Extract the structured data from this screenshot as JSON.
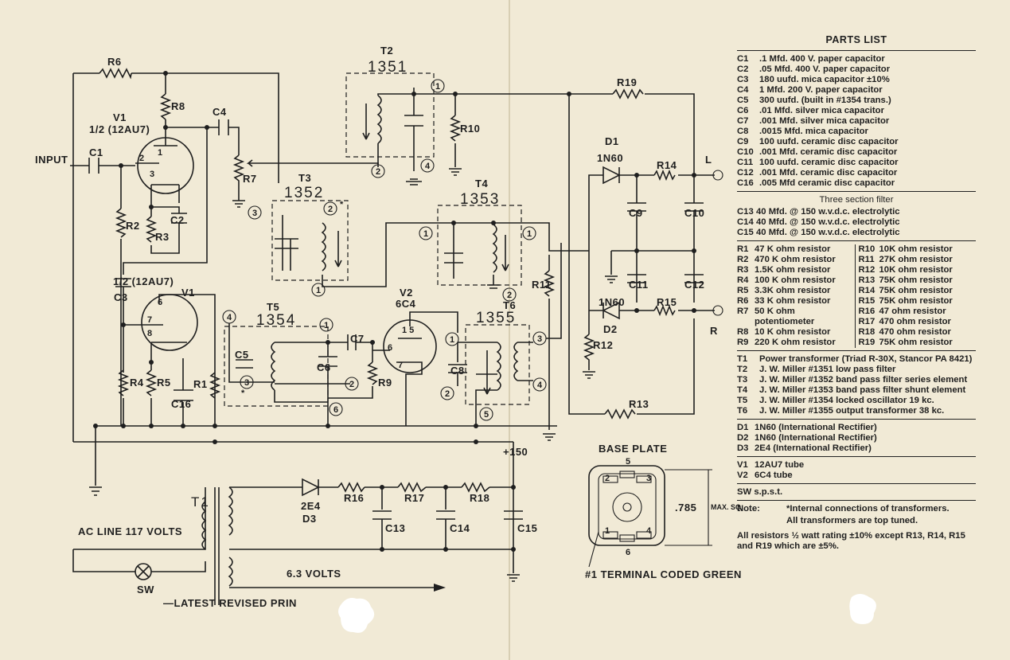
{
  "schematic": {
    "input_label": "INPUT",
    "plus150": "+150",
    "ac_line": "AC LINE 117 VOLTS",
    "sw": "SW",
    "six_volts": "6.3 VOLTS",
    "latest": "—LATEST  REVISED  PRIN",
    "output_L": "L",
    "output_R": "R",
    "refs": {
      "r1": "R1",
      "r2": "R2",
      "r3": "R3",
      "r4": "R4",
      "r5": "R5",
      "r6": "R6",
      "r7": "R7",
      "r8": "R8",
      "r9": "R9",
      "r10": "R10",
      "r11": "R11",
      "r12": "R12",
      "r13": "R13",
      "r14": "R14",
      "r15": "R15",
      "r16": "R16",
      "r17": "R17",
      "r18": "R18",
      "r19": "R19",
      "c1": "C1",
      "c2": "C2",
      "c3": "C3",
      "c4": "C4",
      "c5": "C5",
      "c6": "C6",
      "c7": "C7",
      "c8": "C8",
      "c9": "C9",
      "c10": "C10",
      "c11": "C11",
      "c12": "C12",
      "c13": "C13",
      "c14": "C14",
      "c15": "C15",
      "c16": "C16",
      "v1a": "V1",
      "v1a_sub": "1/2 (12AU7)",
      "v1b": "V1",
      "v1b_sub": "1/2 (12AU7)",
      "v2": "V2",
      "v2_sub": "6C4",
      "d1": "D1",
      "d1_type": "1N60",
      "d2": "D2",
      "d2_type": "1N60",
      "d3": "D3",
      "d3_type": "2E4",
      "t1": "T1",
      "t2": "T2",
      "t2_num": "1351",
      "t3": "T3",
      "t3_num": "1352",
      "t4": "T4",
      "t4_num": "1353",
      "t5": "T5",
      "t5_num": "1354",
      "t6": "T6",
      "t6_num": "1355"
    },
    "base_plate": {
      "title": "BASE PLATE",
      "dim": ".785",
      "dim_unit": "MAX. SQ.",
      "note": "#1 TERMINAL CODED GREEN"
    }
  },
  "parts_list": {
    "title": "PARTS LIST",
    "capacitors": [
      {
        "ref": "C1",
        "desc": ".1 Mfd. 400 V. paper capacitor"
      },
      {
        "ref": "C2",
        "desc": ".05 Mfd. 400 V. paper capacitor"
      },
      {
        "ref": "C3",
        "desc": "180 uufd. mica capacitor ±10%"
      },
      {
        "ref": "C4",
        "desc": "1 Mfd. 200 V. paper capacitor"
      },
      {
        "ref": "C5",
        "desc": "300 uufd. (built in #1354 trans.)"
      },
      {
        "ref": "C6",
        "desc": ".01 Mfd. silver mica capacitor"
      },
      {
        "ref": "C7",
        "desc": ".001 Mfd. silver mica capacitor"
      },
      {
        "ref": "C8",
        "desc": ".0015 Mfd. mica capacitor"
      },
      {
        "ref": "C9",
        "desc": "100 uufd. ceramic disc capacitor"
      },
      {
        "ref": "C10",
        "desc": ".001 Mfd. ceramic disc capacitor"
      },
      {
        "ref": "C11",
        "desc": "100 uufd. ceramic disc capacitor"
      },
      {
        "ref": "C12",
        "desc": ".001 Mfd. ceramic disc capacitor"
      },
      {
        "ref": "C16",
        "desc": ".005 Mfd ceramic disc capacitor"
      }
    ],
    "filter_title": "Three section filter",
    "filter": [
      {
        "ref": "C13",
        "desc": "40 Mfd. @ 150 w.v.d.c. electrolytic"
      },
      {
        "ref": "C14",
        "desc": "40 Mfd. @ 150 w.v.d.c. electrolytic"
      },
      {
        "ref": "C15",
        "desc": "40 Mfd. @ 150 w.v.d.c. electrolytic"
      }
    ],
    "resistors_left": [
      {
        "ref": "R1",
        "desc": "47   K ohm resistor"
      },
      {
        "ref": "R2",
        "desc": "470  K ohm resistor"
      },
      {
        "ref": "R3",
        "desc": "1.5K ohm resistor"
      },
      {
        "ref": "R4",
        "desc": "100  K ohm resistor"
      },
      {
        "ref": "R5",
        "desc": "3.3K ohm resistor"
      },
      {
        "ref": "R6",
        "desc": "33   K ohm resistor"
      },
      {
        "ref": "R7",
        "desc": "50   K ohm"
      },
      {
        "ref": "",
        "desc": "potentiometer"
      },
      {
        "ref": "R8",
        "desc": "10   K ohm resistor"
      },
      {
        "ref": "R9",
        "desc": "220  K ohm resistor"
      }
    ],
    "resistors_right": [
      {
        "ref": "R10",
        "desc": "10K ohm resistor"
      },
      {
        "ref": "R11",
        "desc": "27K ohm resistor"
      },
      {
        "ref": "R12",
        "desc": "10K ohm resistor"
      },
      {
        "ref": "R13",
        "desc": "75K ohm resistor"
      },
      {
        "ref": "R14",
        "desc": "75K ohm resistor"
      },
      {
        "ref": "R15",
        "desc": "75K ohm resistor"
      },
      {
        "ref": "R16",
        "desc": "47 ohm resistor"
      },
      {
        "ref": "R17",
        "desc": "470 ohm resistor"
      },
      {
        "ref": "R18",
        "desc": "470 ohm resistor"
      },
      {
        "ref": "R19",
        "desc": "75K ohm resistor"
      }
    ],
    "transformers": [
      {
        "ref": "T1",
        "desc": "Power transformer (Triad R-30X, Stancor PA 8421)"
      },
      {
        "ref": "T2",
        "desc": "J. W. Miller #1351 low pass filter"
      },
      {
        "ref": "T3",
        "desc": "J. W. Miller #1352 band pass filter series element"
      },
      {
        "ref": "T4",
        "desc": "J. W. Miller #1353 band pass filter shunt element"
      },
      {
        "ref": "T5",
        "desc": "J. W. Miller #1354 locked oscillator 19 kc."
      },
      {
        "ref": "T6",
        "desc": "J. W. Miller #1355 output transformer 38 kc."
      }
    ],
    "diodes": [
      {
        "ref": "D1",
        "desc": "1N60 (International Rectifier)"
      },
      {
        "ref": "D2",
        "desc": "1N60 (International Rectifier)"
      },
      {
        "ref": "D3",
        "desc": "2E4 (International Rectifier)"
      }
    ],
    "tubes": [
      {
        "ref": "V1",
        "desc": "12AU7 tube"
      },
      {
        "ref": "V2",
        "desc": "6C4 tube"
      }
    ],
    "switch": "SW s.p.s.t.",
    "note_label": "Note:",
    "note_1": "*Internal connections of transformers.",
    "note_2": "All transformers are top tuned.",
    "footer": "All resistors ½ watt rating ±10% except R13, R14, R15 and R19 which are ±5%."
  }
}
